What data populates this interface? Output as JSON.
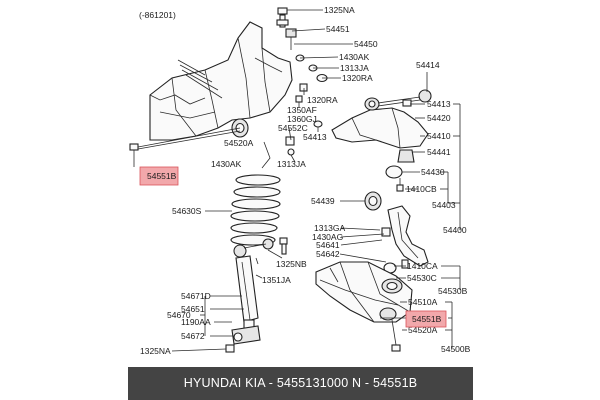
{
  "ref_code": "(-861201)",
  "labels": {
    "l1325NA_top": "1325NA",
    "l54451": "54451",
    "l54450": "54450",
    "l1430AK_top": "1430AK",
    "l1313JA_top": "1313JA",
    "l1320RA_a": "1320RA",
    "l1320RA_b": "1320RA",
    "l1350AF": "1350AF",
    "l1360GJ": "1360GJ",
    "l54552C": "54552C",
    "l54520A": "54520A",
    "l1430AK_mid": "1430AK",
    "l54413_left": "54413",
    "l1313JA_mid": "1313JA",
    "l54414": "54414",
    "l54413_right": "54413",
    "l54420": "54420",
    "l54410": "54410",
    "l54441": "54441",
    "l54430": "54430",
    "l1410CB": "1410CB",
    "l54439": "54439",
    "l54403": "54403",
    "l54400": "54400",
    "l54630S": "54630S",
    "l1313GA": "1313GA",
    "l1430AG": "1430AG",
    "l54641": "54641",
    "l54642": "54642",
    "l1325NB": "1325NB",
    "l1351JA": "1351JA",
    "l1410CA": "1410CA",
    "l54530C": "54530C",
    "l54530B": "54530B",
    "l54671D": "54671D",
    "l54651": "54651",
    "l54670": "54670",
    "l1190AA": "1190AA",
    "l54672": "54672",
    "l1325NA_bottom": "1325NA",
    "l54510A": "54510A",
    "l54520A_right": "54520A",
    "l54500B": "54500B"
  },
  "highlighted": {
    "left": "54551B",
    "right": "54551B"
  },
  "footer": {
    "text": "HYUNDAI  KIA - 5455131000     N - 54551B"
  },
  "colors": {
    "highlight_fill": "#f2a8ab",
    "highlight_border": "#d9545b",
    "footer_bg": "#444444",
    "footer_text": "#ffffff"
  }
}
